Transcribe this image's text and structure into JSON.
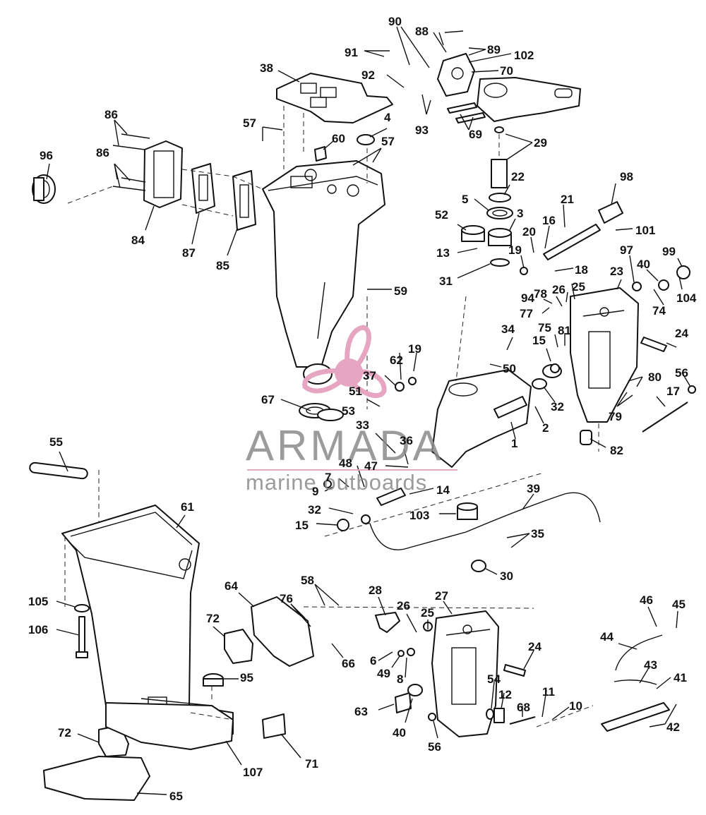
{
  "watermark": {
    "brand": "ARMADA",
    "tagline": "marine outboards",
    "accent_color": "#e6a6c2"
  },
  "callouts": [
    {
      "id": "c90",
      "label": "90"
    },
    {
      "id": "c88",
      "label": "88"
    },
    {
      "id": "c91",
      "label": "91"
    },
    {
      "id": "c89",
      "label": "89"
    },
    {
      "id": "c102",
      "label": "102"
    },
    {
      "id": "c70",
      "label": "70"
    },
    {
      "id": "c92",
      "label": "92"
    },
    {
      "id": "c93",
      "label": "93"
    },
    {
      "id": "c69",
      "label": "69"
    },
    {
      "id": "c29",
      "label": "29"
    },
    {
      "id": "c38",
      "label": "38"
    },
    {
      "id": "c86a",
      "label": "86"
    },
    {
      "id": "c86b",
      "label": "86"
    },
    {
      "id": "c96",
      "label": "96"
    },
    {
      "id": "c84",
      "label": "84"
    },
    {
      "id": "c87",
      "label": "87"
    },
    {
      "id": "c85",
      "label": "85"
    },
    {
      "id": "c57a",
      "label": "57"
    },
    {
      "id": "c60",
      "label": "60"
    },
    {
      "id": "c4",
      "label": "4"
    },
    {
      "id": "c57b",
      "label": "57"
    },
    {
      "id": "c59",
      "label": "59"
    },
    {
      "id": "c22",
      "label": "22"
    },
    {
      "id": "c5",
      "label": "5"
    },
    {
      "id": "c3",
      "label": "3"
    },
    {
      "id": "c52",
      "label": "52"
    },
    {
      "id": "c13",
      "label": "13"
    },
    {
      "id": "c31",
      "label": "31"
    },
    {
      "id": "c21",
      "label": "21"
    },
    {
      "id": "c98",
      "label": "98"
    },
    {
      "id": "c16",
      "label": "16"
    },
    {
      "id": "c20",
      "label": "20"
    },
    {
      "id": "c19a",
      "label": "19"
    },
    {
      "id": "c101",
      "label": "101"
    },
    {
      "id": "c18",
      "label": "18"
    },
    {
      "id": "c97",
      "label": "97"
    },
    {
      "id": "c99",
      "label": "99"
    },
    {
      "id": "c40a",
      "label": "40"
    },
    {
      "id": "c23",
      "label": "23"
    },
    {
      "id": "c104",
      "label": "104"
    },
    {
      "id": "c74",
      "label": "74"
    },
    {
      "id": "c94",
      "label": "94"
    },
    {
      "id": "c78",
      "label": "78"
    },
    {
      "id": "c26a",
      "label": "26"
    },
    {
      "id": "c25a",
      "label": "25"
    },
    {
      "id": "c77",
      "label": "77"
    },
    {
      "id": "c34",
      "label": "34"
    },
    {
      "id": "c75",
      "label": "75"
    },
    {
      "id": "c81",
      "label": "81"
    },
    {
      "id": "c15a",
      "label": "15"
    },
    {
      "id": "c24a",
      "label": "24"
    },
    {
      "id": "c50",
      "label": "50"
    },
    {
      "id": "c62",
      "label": "62"
    },
    {
      "id": "c19b",
      "label": "19"
    },
    {
      "id": "c37",
      "label": "37"
    },
    {
      "id": "c80",
      "label": "80"
    },
    {
      "id": "c56a",
      "label": "56"
    },
    {
      "id": "c51",
      "label": "51"
    },
    {
      "id": "c67",
      "label": "67"
    },
    {
      "id": "c53",
      "label": "53"
    },
    {
      "id": "c32a",
      "label": "32"
    },
    {
      "id": "c79",
      "label": "79"
    },
    {
      "id": "c17",
      "label": "17"
    },
    {
      "id": "c2",
      "label": "2"
    },
    {
      "id": "c33",
      "label": "33"
    },
    {
      "id": "c55",
      "label": "55"
    },
    {
      "id": "c36",
      "label": "36"
    },
    {
      "id": "c1",
      "label": "1"
    },
    {
      "id": "c82",
      "label": "82"
    },
    {
      "id": "c48",
      "label": "48"
    },
    {
      "id": "c47",
      "label": "47"
    },
    {
      "id": "c7",
      "label": "7"
    },
    {
      "id": "c14",
      "label": "14"
    },
    {
      "id": "c39",
      "label": "39"
    },
    {
      "id": "c9",
      "label": "9"
    },
    {
      "id": "c61",
      "label": "61"
    },
    {
      "id": "c32b",
      "label": "32"
    },
    {
      "id": "c103",
      "label": "103"
    },
    {
      "id": "c15b",
      "label": "15"
    },
    {
      "id": "c35",
      "label": "35"
    },
    {
      "id": "c30",
      "label": "30"
    },
    {
      "id": "c58",
      "label": "58"
    },
    {
      "id": "c28",
      "label": "28"
    },
    {
      "id": "c27",
      "label": "27"
    },
    {
      "id": "c105",
      "label": "105"
    },
    {
      "id": "c64",
      "label": "64"
    },
    {
      "id": "c76",
      "label": "76"
    },
    {
      "id": "c26b",
      "label": "26"
    },
    {
      "id": "c25b",
      "label": "25"
    },
    {
      "id": "c46",
      "label": "46"
    },
    {
      "id": "c45",
      "label": "45"
    },
    {
      "id": "c106",
      "label": "106"
    },
    {
      "id": "c72a",
      "label": "72"
    },
    {
      "id": "c44",
      "label": "44"
    },
    {
      "id": "c24b",
      "label": "24"
    },
    {
      "id": "c66",
      "label": "66"
    },
    {
      "id": "c6",
      "label": "6"
    },
    {
      "id": "c49",
      "label": "49"
    },
    {
      "id": "c8",
      "label": "8"
    },
    {
      "id": "c43",
      "label": "43"
    },
    {
      "id": "c95",
      "label": "95"
    },
    {
      "id": "c54",
      "label": "54"
    },
    {
      "id": "c41",
      "label": "41"
    },
    {
      "id": "c12",
      "label": "12"
    },
    {
      "id": "c11",
      "label": "11"
    },
    {
      "id": "c63",
      "label": "63"
    },
    {
      "id": "c68",
      "label": "68"
    },
    {
      "id": "c10",
      "label": "10"
    },
    {
      "id": "c42",
      "label": "42"
    },
    {
      "id": "c40b",
      "label": "40"
    },
    {
      "id": "c72b",
      "label": "72"
    },
    {
      "id": "c56b",
      "label": "56"
    },
    {
      "id": "c71",
      "label": "71"
    },
    {
      "id": "c107",
      "label": "107"
    },
    {
      "id": "c65",
      "label": "65"
    }
  ]
}
